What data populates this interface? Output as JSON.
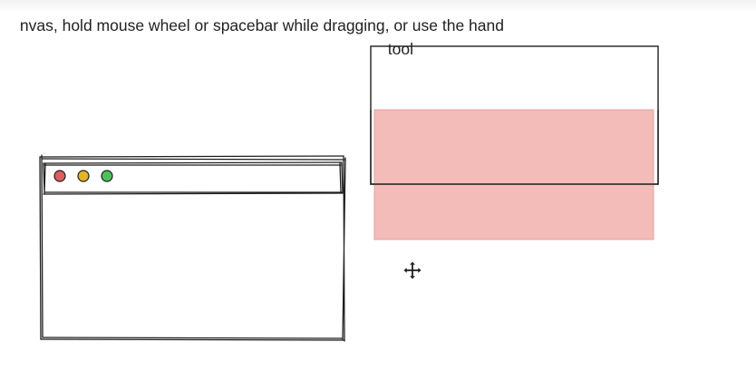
{
  "canvas": {
    "hint": {
      "line1": "nvas, hold mouse wheel or spacebar while dragging, or use the hand",
      "line2": "tool"
    }
  },
  "browser_sketch": {
    "traffic_lights": [
      {
        "name": "close",
        "color": "#e05d5d"
      },
      {
        "name": "minimize",
        "color": "#e3b425"
      },
      {
        "name": "maximize",
        "color": "#4cc05a"
      }
    ]
  },
  "rectangle": {
    "stroke": "#1e1e1e"
  },
  "selection": {
    "fill": "#f2b8b5",
    "stroke": "#e6a3a0"
  },
  "cursor": {
    "icon": "move-cursor-icon"
  }
}
